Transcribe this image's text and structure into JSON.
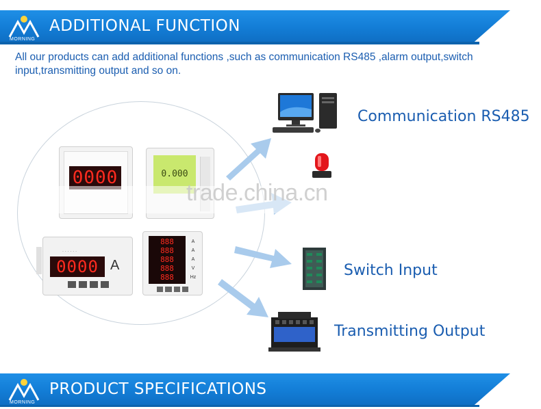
{
  "banners": {
    "top": {
      "logo_text": "MORNING",
      "title": "ADDITIONAL FUNCTION"
    },
    "bottom": {
      "logo_text": "MORNING",
      "title": "PRODUCT SPECIFICATIONS"
    }
  },
  "intro": {
    "text": "All our products can add additional functions ,such as  communication RS485 ,alarm output,switch input,transmitting output and so on."
  },
  "devices": {
    "meter1_display": "0000",
    "meter2_display": "0.000",
    "meter3_display": "0000",
    "meter3_unit": "A",
    "meter4_rows": [
      "888",
      "888",
      "888",
      "888",
      "888"
    ],
    "meter4_units": [
      "A",
      "A",
      "A",
      "V",
      "Hz"
    ]
  },
  "functions": [
    {
      "label": "Communication RS485",
      "icon": "computer-icon"
    },
    {
      "label": "",
      "icon": "alarm-light-icon"
    },
    {
      "label": "Switch Input",
      "icon": "switch-module-icon"
    },
    {
      "label": "Transmitting Output",
      "icon": "transmitter-icon"
    }
  ],
  "watermark": "trade.china.cn",
  "colors": {
    "banner_blue": "#137dd6",
    "text_blue": "#1a5db0",
    "arrow_blue": "#a9cbec",
    "led_red": "#ff2b1f"
  }
}
